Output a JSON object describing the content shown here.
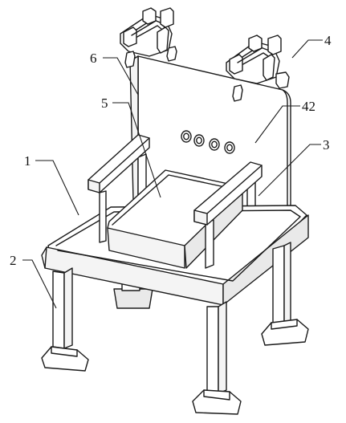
{
  "labels": {
    "l1": "1",
    "l2": "2",
    "l3": "3",
    "l4": "4",
    "l5": "5",
    "l6": "6",
    "l42": "42"
  },
  "colors": {
    "line": "#1a1a1a",
    "paper": "#ffffff"
  }
}
